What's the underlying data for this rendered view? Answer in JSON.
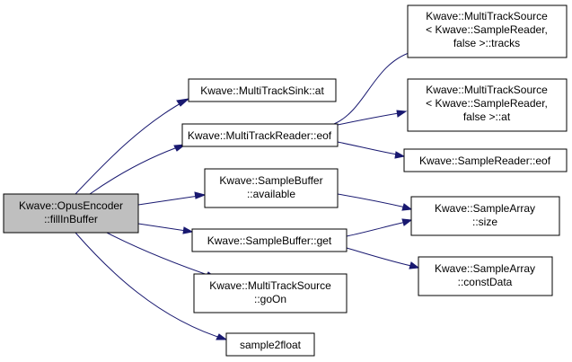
{
  "graph": {
    "root": {
      "lines": [
        "Kwave::OpusEncoder",
        "::fillInBuffer"
      ]
    },
    "nodes": {
      "multiTrackSinkAt": {
        "lines": [
          "Kwave::MultiTrackSink::at"
        ]
      },
      "multiTrackReaderEof": {
        "lines": [
          "Kwave::MultiTrackReader::eof"
        ]
      },
      "sampleBufferAvailable": {
        "lines": [
          "Kwave::SampleBuffer",
          "::available"
        ]
      },
      "sampleBufferGet": {
        "lines": [
          "Kwave::SampleBuffer::get"
        ]
      },
      "multiTrackSourceGoOn": {
        "lines": [
          "Kwave::MultiTrackSource",
          "::goOn"
        ]
      },
      "sample2float": {
        "lines": [
          "sample2float"
        ]
      },
      "multiTrackSourceTracks": {
        "lines": [
          "Kwave::MultiTrackSource",
          "< Kwave::SampleReader,",
          "false >::tracks"
        ]
      },
      "multiTrackSourceAt": {
        "lines": [
          "Kwave::MultiTrackSource",
          "< Kwave::SampleReader,",
          "false >::at"
        ]
      },
      "sampleReaderEof": {
        "lines": [
          "Kwave::SampleReader::eof"
        ]
      },
      "sampleArraySize": {
        "lines": [
          "Kwave::SampleArray",
          "::size"
        ]
      },
      "sampleArrayConstData": {
        "lines": [
          "Kwave::SampleArray",
          "::constData"
        ]
      }
    }
  }
}
